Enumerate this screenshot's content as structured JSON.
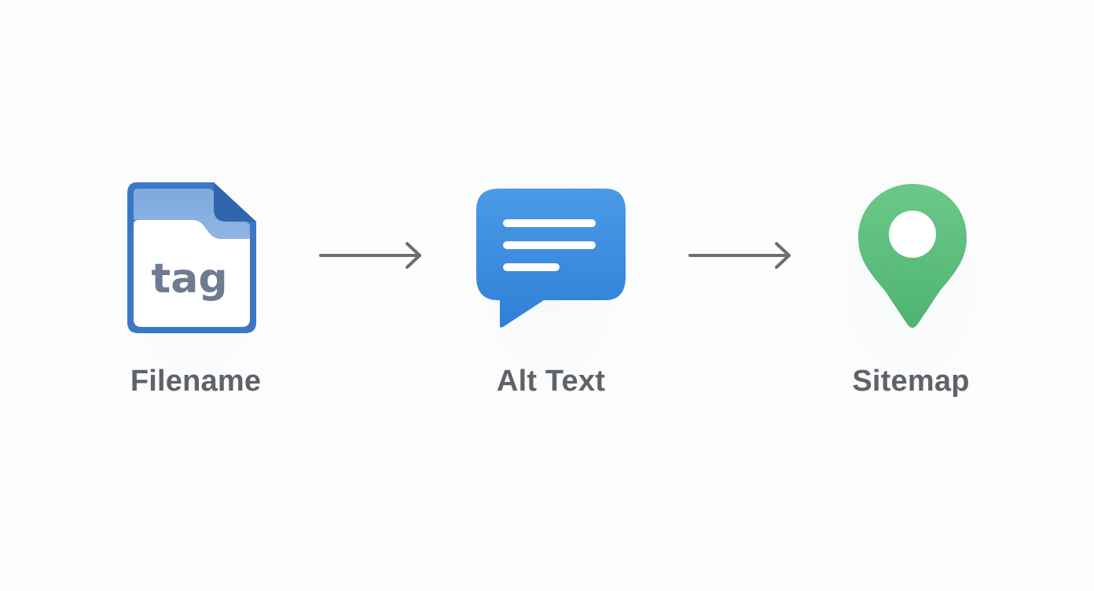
{
  "steps": [
    {
      "label": "Filename",
      "icon": "file-tag-icon",
      "icon_text": "tag",
      "color": "#3a78c4"
    },
    {
      "label": "Alt Text",
      "icon": "speech-bubble-icon",
      "color": "#3d8fe0"
    },
    {
      "label": "Sitemap",
      "icon": "map-pin-icon",
      "color": "#5fc07e"
    }
  ],
  "arrow_color": "#6b6e74"
}
